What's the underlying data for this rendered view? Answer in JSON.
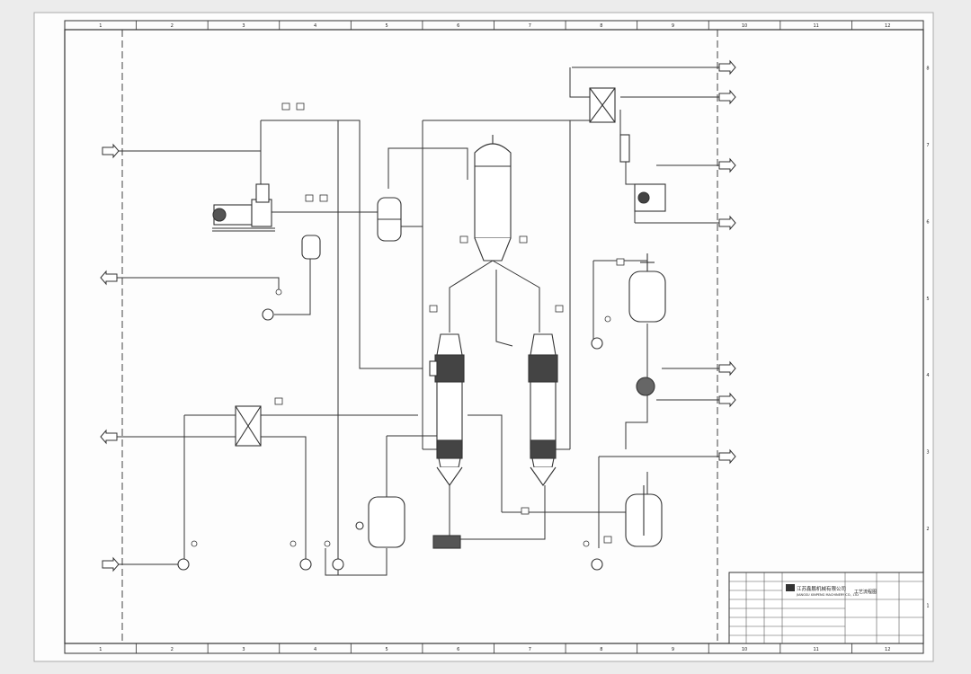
{
  "grid": {
    "columns": [
      "1",
      "2",
      "3",
      "4",
      "5",
      "6",
      "7",
      "8",
      "9",
      "10",
      "11",
      "12"
    ],
    "rows": [
      "8",
      "7",
      "6",
      "5",
      "4",
      "3",
      "2",
      "1"
    ]
  },
  "title_block": {
    "company_name": "江苏鑫鹏机械有限公司",
    "company_en": "JIANGSU XINPENG MACHINERY CO., LTD",
    "drawing_name": "工艺流程图"
  }
}
